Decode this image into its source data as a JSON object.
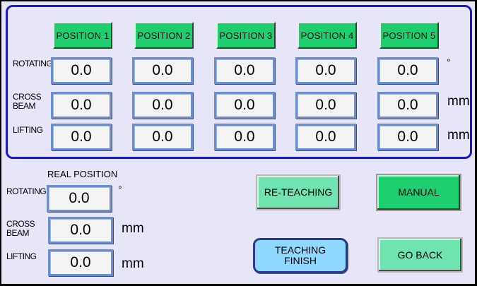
{
  "teaching_panel": {
    "positions": [
      "POSITION 1",
      "POSITION 2",
      "POSITION 3",
      "POSITION 4",
      "POSITION 5"
    ],
    "rows": [
      {
        "label": "ROTATING",
        "unit": "°",
        "values": [
          "0.0",
          "0.0",
          "0.0",
          "0.0",
          "0.0"
        ]
      },
      {
        "label": "CROSS\nBEAM",
        "unit": "mm",
        "values": [
          "0.0",
          "0.0",
          "0.0",
          "0.0",
          "0.0"
        ]
      },
      {
        "label": "LIFTING",
        "unit": "mm",
        "values": [
          "0.0",
          "0.0",
          "0.0",
          "0.0",
          "0.0"
        ]
      }
    ]
  },
  "real_position": {
    "title": "REAL POSITION",
    "rotating": {
      "label": "ROTATING",
      "value": "0.0",
      "unit": "°"
    },
    "cross_beam": {
      "label": "CROSS\nBEAM",
      "value": "0.0",
      "unit": "mm"
    },
    "lifting": {
      "label": "LIFTING",
      "value": "0.0",
      "unit": "mm"
    }
  },
  "buttons": {
    "re_teaching": "RE-TEACHING",
    "manual": "MANUAL",
    "teaching_finish": "TEACHING\nFINISH",
    "go_back": "GO BACK"
  },
  "colors": {
    "background": "#e6e6f8",
    "panel_border": "#1a1ac8",
    "position_button": "#1fcf6f",
    "light_button": "#6fe3b0",
    "blue_button": "#8fd8ff",
    "field_border": "#6a8fd0"
  }
}
